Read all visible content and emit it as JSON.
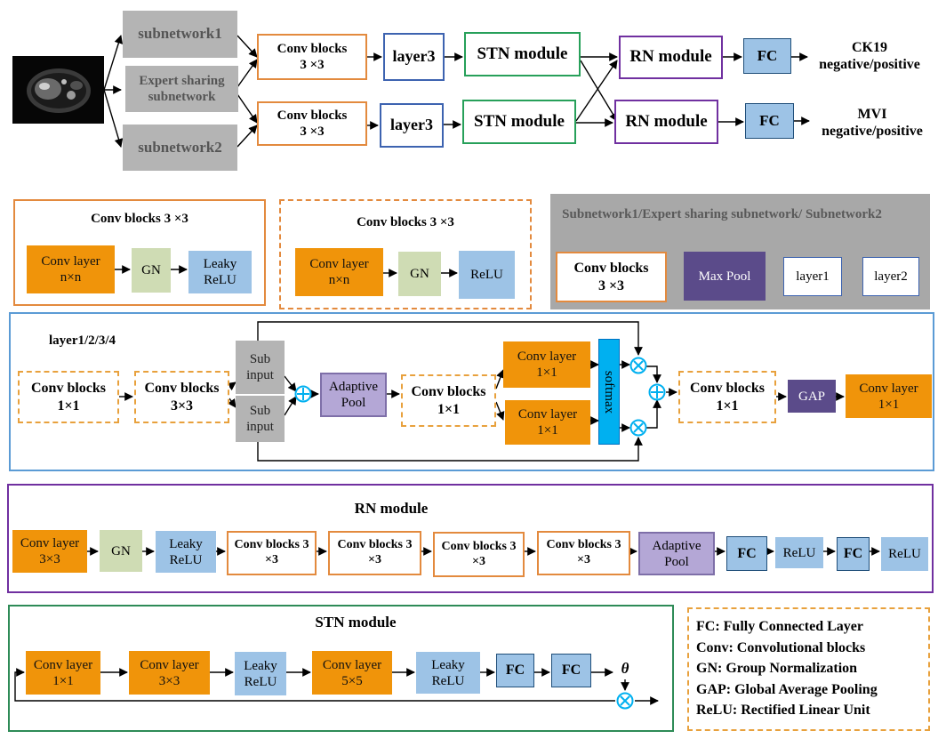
{
  "top": {
    "subnetwork1": "subnetwork1",
    "expert_sharing": "Expert sharing subnetwork",
    "subnetwork2": "subnetwork2",
    "conv_blocks": "Conv blocks 3 ×3",
    "layer3": "layer3",
    "stn": "STN module",
    "rn": "RN module",
    "fc": "FC",
    "output1_line1": "CK19",
    "output1_line2": "negative/positive",
    "output2_line1": "MVI",
    "output2_line2": "negative/positive"
  },
  "conv_block_a": {
    "title": "Conv blocks 3 ×3",
    "conv_layer": "Conv layer n×n",
    "gn": "GN",
    "act": "Leaky ReLU"
  },
  "conv_block_b": {
    "title": "Conv blocks 3 ×3",
    "conv_layer": "Conv layer n×n",
    "gn": "GN",
    "act": "ReLU"
  },
  "subnet_panel": {
    "title": "Subnetwork1/Expert sharing subnetwork/ Subnetwork2",
    "conv_blocks": "Conv blocks 3 ×3",
    "max_pool": "Max Pool",
    "layer1": "layer1",
    "layer2": "layer2"
  },
  "layer_panel": {
    "title": "layer1/2/3/4",
    "conv1": "Conv blocks 1×1",
    "conv3": "Conv blocks 3×3",
    "sub_input1": "Sub input",
    "sub_input2": "Sub input",
    "adaptive_pool": "Adaptive Pool",
    "conv_mid": "Conv blocks 1×1",
    "conv_layer_top": "Conv layer 1×1",
    "conv_layer_bottom": "Conv layer 1×1",
    "softmax": "softmax",
    "conv_out": "Conv blocks 1×1",
    "gap": "GAP",
    "conv_layer_out": "Conv layer 1×1"
  },
  "rn_panel": {
    "title": "RN module",
    "conv_layer": "Conv layer 3×3",
    "gn": "GN",
    "leaky": "Leaky ReLU",
    "conv_blocks": "Conv blocks 3 ×3",
    "adaptive_pool": "Adaptive Pool",
    "fc": "FC",
    "relu": "ReLU"
  },
  "stn_panel": {
    "title": "STN module",
    "conv1": "Conv layer 1×1",
    "conv3": "Conv layer 3×3",
    "leaky": "Leaky ReLU",
    "conv5": "Conv layer 5×5",
    "fc": "FC",
    "theta": "θ"
  },
  "legend": {
    "fc": "FC: Fully Connected Layer",
    "conv": "Conv: Convolutional blocks",
    "gn": "GN: Group Normalization",
    "gap": "GAP: Global Average Pooling",
    "relu": "ReLU: Rectified Linear Unit"
  }
}
